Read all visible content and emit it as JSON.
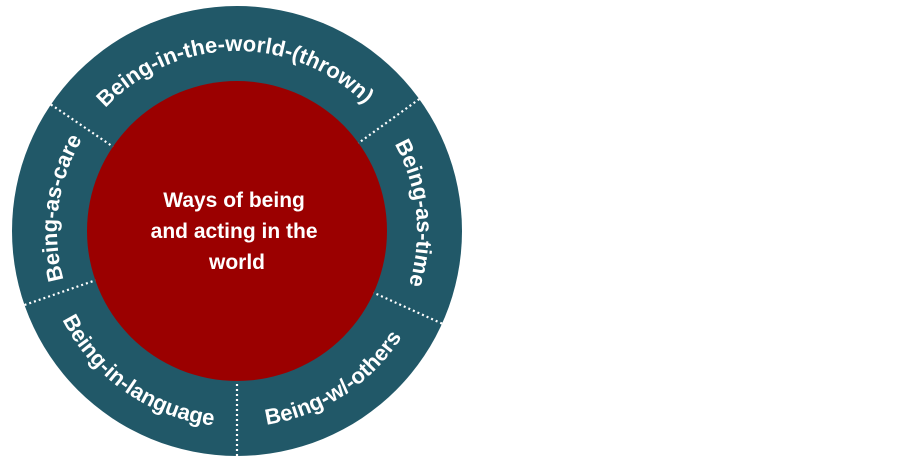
{
  "colors": {
    "ring": "#215868",
    "center": "#9b0000",
    "text": "#ffffff"
  },
  "center": {
    "lines": [
      "Ways of being",
      "and acting in the",
      "world"
    ]
  },
  "segments": [
    {
      "label": "Being-in-the-world-(thrown)"
    },
    {
      "label": "Being-as-time"
    },
    {
      "label": "Being-w/-others"
    },
    {
      "label": "Being-in-language"
    },
    {
      "label": "Being-as-care"
    }
  ]
}
